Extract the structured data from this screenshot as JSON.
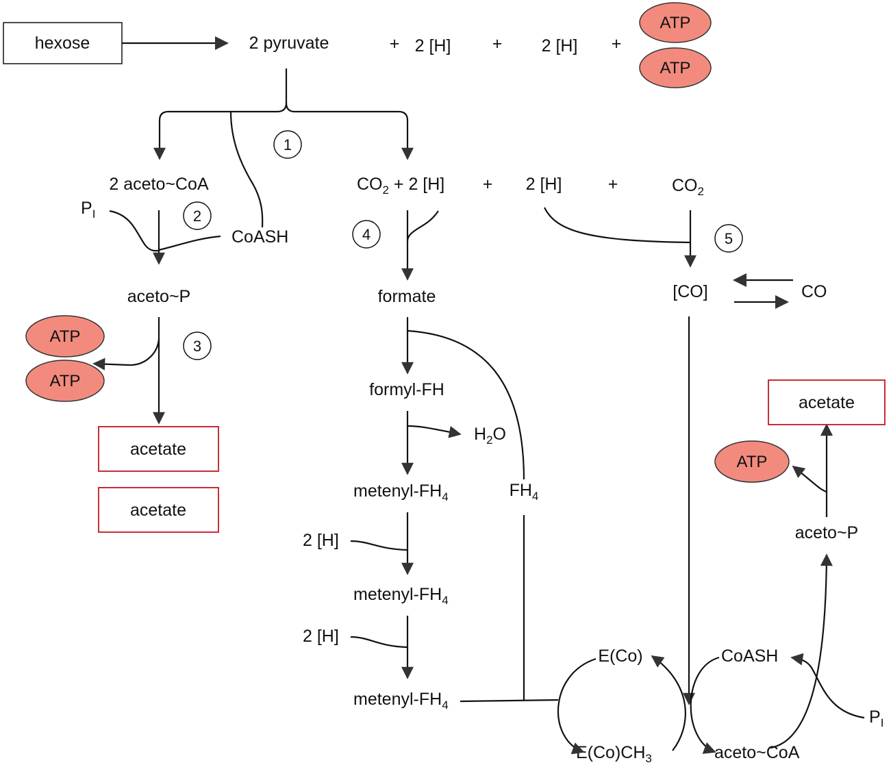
{
  "labels": {
    "hexose": "hexose",
    "pyruvate": "2 pyruvate",
    "plus": "+",
    "h2": "2 [H]",
    "atp": "ATP",
    "aceto_coa": "2 aceto~CoA",
    "coash": "CoASH",
    "pi_main": "P",
    "pi_sub": "I",
    "aceto_p": "aceto~P",
    "acetate": "acetate",
    "co2_main": "CO",
    "co2_sub": "2",
    "co2_plus_tail": " + 2 [H]",
    "formate": "formate",
    "formyl_fh": "formyl-FH",
    "h2o_a": "H",
    "h2o_sub": "2",
    "h2o_b": "O",
    "metenyl_main": "metenyl-FH",
    "sub4": "4",
    "fh4_main": "FH",
    "co_bracket": "[CO]",
    "co": "CO",
    "eco": "E(Co)",
    "ecoch3_main": "E(Co)CH",
    "ecoch3_sub": "3",
    "aceto_coa_single": "aceto~CoA"
  },
  "step_numbers": [
    "1",
    "2",
    "3",
    "4",
    "5"
  ],
  "colors": {
    "atp_fill": "#f28b7e",
    "acetate_border": "#c0181f",
    "line": "#111111"
  }
}
